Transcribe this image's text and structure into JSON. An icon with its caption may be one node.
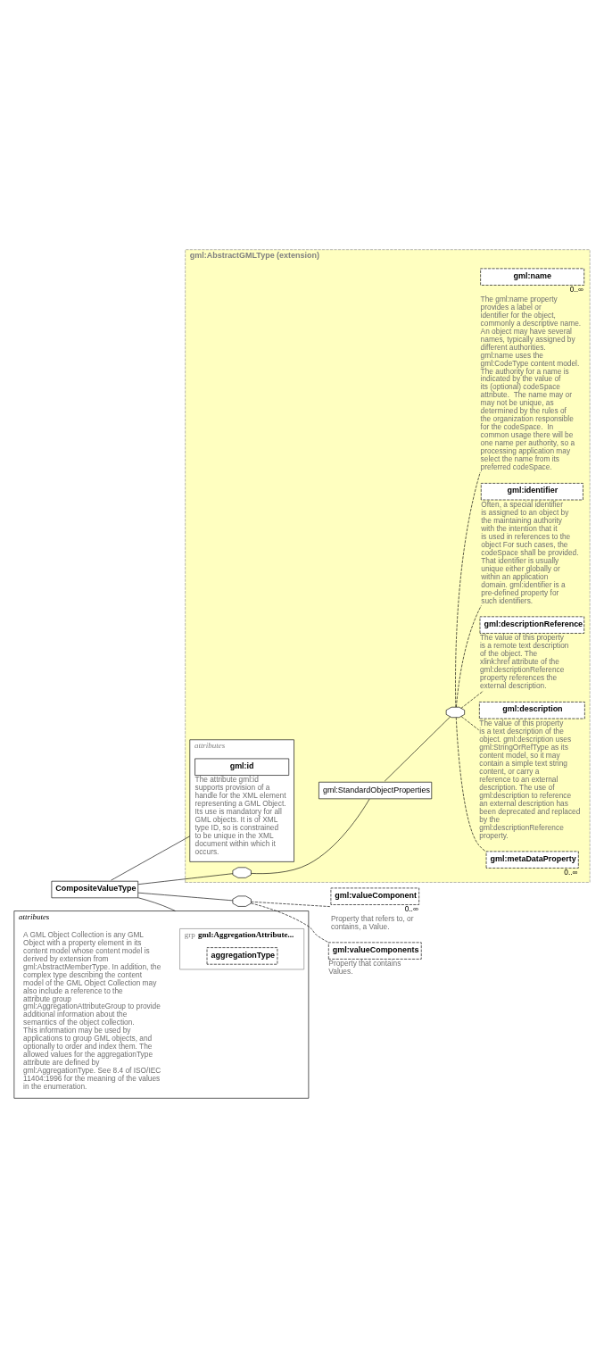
{
  "diagram": {
    "nodes": [
      {
        "text": [
          "gml:AbstractGMLType (extension)"
        ]
      },
      {
        "text": [
          "CompositeValueType"
        ]
      },
      {
        "text": [
          "attributes"
        ],
        "in": 0
      },
      {
        "text": [
          "gml:id"
        ],
        "in": 2,
        "beside": [
          "The attribute gml:id supports provision of a handle for the XML element representing a GML Object. Its use is mandatory for all GML objects. It is of XML type ID, so is constrained to be unique in the XML document within which it occurs."
        ]
      },
      {
        "text": [],
        "shape": "octagon",
        "in": 0
      },
      {
        "text": [
          "gml:StandardObjectProperties"
        ],
        "in": 0
      },
      {
        "text": [],
        "shape": "octagon",
        "in": 0
      },
      {
        "text": [
          "gml:metaDataProperty"
        ],
        "in": 0,
        "beside": [
          "0..∞"
        ]
      },
      {
        "text": [
          "gml:description"
        ],
        "in": 0,
        "beside": [
          "The value of this property is a text description of the object. gml:description uses gml:StringOrRefType as its content model, so it may contain a simple text string content, or carry a reference to an external description. The use of gml:description to reference an external description has been deprecated and replaced by the gml:descriptionReference property."
        ]
      },
      {
        "text": [
          "gml:descriptionReference"
        ],
        "in": 0,
        "beside": [
          "The value of this property is a remote text description of the object. The xlink:href attribute of the gml:descriptionReference property references the external description."
        ]
      },
      {
        "text": [
          "gml:identifier"
        ],
        "in": 0,
        "beside": [
          "Often, a special identifier is assigned to an object by the maintaining authority with the intention that it is used in references to the object For such cases, the codeSpace shall be provided. That identifier is usually unique either globally or within an application domain. gml:identifier is a pre-defined property for such identifiers."
        ]
      },
      {
        "text": [
          "gml:name"
        ],
        "in": 0,
        "beside": [
          "0..∞",
          "The gml:name property provides a label or identifier for the object, commonly a descriptive name. An object may have several names, typically assigned by different authorities. gml:name uses the gml:CodeType content model.  The authority for a name is indicated by the value of its (optional) codeSpace attribute.  The name may or may not be unique, as determined by the rules of the organization responsible for the codeSpace.  In common usage there will be one name per authority, so a processing application may select the name from its preferred codeSpace."
        ]
      },
      {
        "text": [
          "attributes",
          "A GML Object Collection is any GML Object with a property element in its content model whose content model is derived by extension from gml:AbstractMemberType. In addition, the complex type describing the content model of the GML Object Collection may also include a reference to the attribute group gml:AggregationAttributeGroup to provide additional information about the semantics of the object collection.  This information may be used by applications to group GML objects, and optionally to order and index them. The allowed values for the aggregationType attribute are defined by gml:AggregationType. See 8.4 of ISO/IEC 11404:1996 for the meaning of the values in the enumeration."
        ]
      },
      {
        "text": [
          "grp",
          "gml:AggregationAttribute..."
        ],
        "in": 12
      },
      {
        "text": [
          "aggregationType"
        ],
        "in": 13
      },
      {
        "text": [],
        "shape": "octagon"
      },
      {
        "text": [
          "gml:valueComponent"
        ],
        "beside": [
          "0..∞",
          "Property that refers to, or contains, a Value."
        ]
      },
      {
        "text": [
          "gml:valueComponents"
        ],
        "beside": [
          "Property that contains Values."
        ]
      }
    ],
    "edges": [
      {
        "from": 1,
        "to": 2,
        "arrow": "none"
      },
      {
        "from": 1,
        "to": 4,
        "arrow": "none"
      },
      {
        "from": 1,
        "to": 12,
        "arrow": "none"
      },
      {
        "from": 1,
        "to": 15,
        "arrow": "none"
      },
      {
        "from": 4,
        "to": 5,
        "arrow": "none"
      },
      {
        "from": 5,
        "to": 6,
        "arrow": "none"
      },
      {
        "from": 6,
        "to": 7,
        "arrow": "none",
        "style": "dashed"
      },
      {
        "from": 6,
        "to": 8,
        "arrow": "none",
        "style": "dashed"
      },
      {
        "from": 6,
        "to": 9,
        "arrow": "none",
        "style": "dashed"
      },
      {
        "from": 6,
        "to": 10,
        "arrow": "none",
        "style": "dashed"
      },
      {
        "from": 6,
        "to": 11,
        "arrow": "none",
        "style": "dashed"
      },
      {
        "from": 15,
        "to": 16,
        "arrow": "none",
        "style": "dashed"
      },
      {
        "from": 15,
        "to": 17,
        "arrow": "none",
        "style": "dashed"
      }
    ]
  }
}
